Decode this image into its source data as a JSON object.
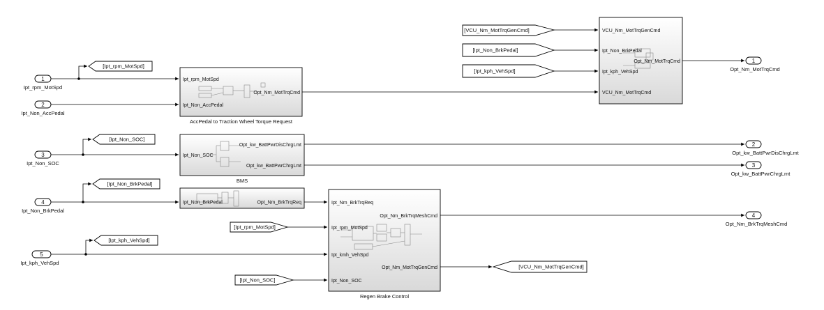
{
  "colors": {
    "line": "#000000",
    "block_top": "#ffffff",
    "block_bottom": "#dcdcdc"
  },
  "inports": [
    {
      "num": "1",
      "label": "Ipt_rpm_MotSpd"
    },
    {
      "num": "2",
      "label": "Ipt_Non_AccPedal"
    },
    {
      "num": "3",
      "label": "Ipt_Non_SOC"
    },
    {
      "num": "4",
      "label": "Ipt_Non_BrkPedal"
    },
    {
      "num": "5",
      "label": "Ipt_kph_VehSpd"
    }
  ],
  "outports": [
    {
      "num": "1",
      "label": "Opt_Nm_MotTrqCmd"
    },
    {
      "num": "2",
      "label": "Opt_kw_BattPwrDisChrgLmt"
    },
    {
      "num": "3",
      "label": "Opt_kw_BattPwrChrgLmt"
    },
    {
      "num": "4",
      "label": "Opt_Nm_BrkTrqMeshCmd"
    }
  ],
  "gotos": [
    "[Ipt_rpm_MotSpd]",
    "[Ipt_Non_SOC]",
    "[Ipt_Non_BrkPedal]",
    "[Ipt_kph_VehSpd]",
    "[VCU_Nm_MotTrqGenCmd]"
  ],
  "froms": [
    "[VCU_Nm_MotTrqGenCmd]",
    "[Ipt_Non_BrkPedal]",
    "[Ipt_kph_VehSpd]",
    "[Ipt_rpm_MotSpd]",
    "[Ipt_Non_SOC]"
  ],
  "blocks": {
    "accpedal": {
      "name": "AccPedal to Traction Wheel Torque Request",
      "inputs": [
        "Ipt_rpm_MotSpd",
        "Ipt_Non_AccPedal"
      ],
      "outputs": [
        "Opt_Nm_MotTrqCmd"
      ]
    },
    "bms": {
      "name": "BMS",
      "inputs": [
        "Ipt_Non_SOC"
      ],
      "outputs": [
        "Opt_kw_BattPwrDisChrgLmt",
        "Opt_kw_BattPwrChrgLmt"
      ]
    },
    "brkpedal": {
      "name": "",
      "inputs": [
        "Ipt_Non_BrkPedal"
      ],
      "outputs": [
        "Opt_Nm_BrkTrqReq"
      ]
    },
    "regen": {
      "name": "Regen Brake Control",
      "inputs": [
        "Ipt_Nm_BrkTrqReq",
        "Ipt_rpm_MotSpd",
        "Ipt_kmh_VehSpd",
        "Ipt_Non_SOC"
      ],
      "outputs": [
        "Opt_Nm_BrkTrqMeshCmd",
        "Opt_Nm_MotTrqGenCmd"
      ]
    },
    "arb": {
      "name": "",
      "inputs": [
        "VCU_Nm_MotTrqGenCmd",
        "Ipt_Non_BrkPedal",
        "Ipt_kph_VehSpd",
        "VCU_Nm_MotTrqCmd"
      ],
      "outputs": [
        "Opt_Nm_MotTrqCmd"
      ]
    }
  }
}
